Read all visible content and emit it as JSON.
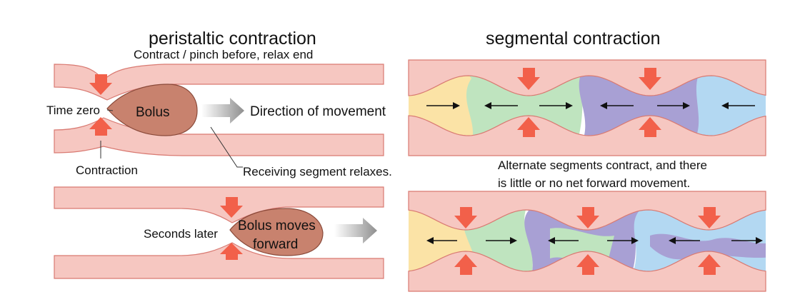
{
  "peristaltic": {
    "title": "peristaltic contraction",
    "subtitle": "Contract / pinch before, relax end",
    "time_zero_label": "Time zero",
    "bolus_label": "Bolus",
    "direction_label": "Direction of movement",
    "contraction_label": "Contraction",
    "receiving_label": "Receiving segment relaxes.",
    "seconds_later_label": "Seconds later",
    "bolus_moves_line1": "Bolus moves",
    "bolus_moves_line2": "forward"
  },
  "segmental": {
    "title": "segmental contraction",
    "caption_line1": "Alternate segments contract, and there",
    "caption_line2": "is little or no net forward movement."
  },
  "colors": {
    "wall_fill": "#f6c7c1",
    "wall_stroke": "#d97a72",
    "bolus_fill": "#c8826e",
    "bolus_stroke": "#8a4a3a",
    "contraction_arrow": "#f2604a",
    "movement_arrow": "#9a9a9a",
    "yellow": "#fbe3a6",
    "green": "#bfe4bf",
    "purple": "#a8a0d4",
    "blue": "#b3d8f2"
  }
}
